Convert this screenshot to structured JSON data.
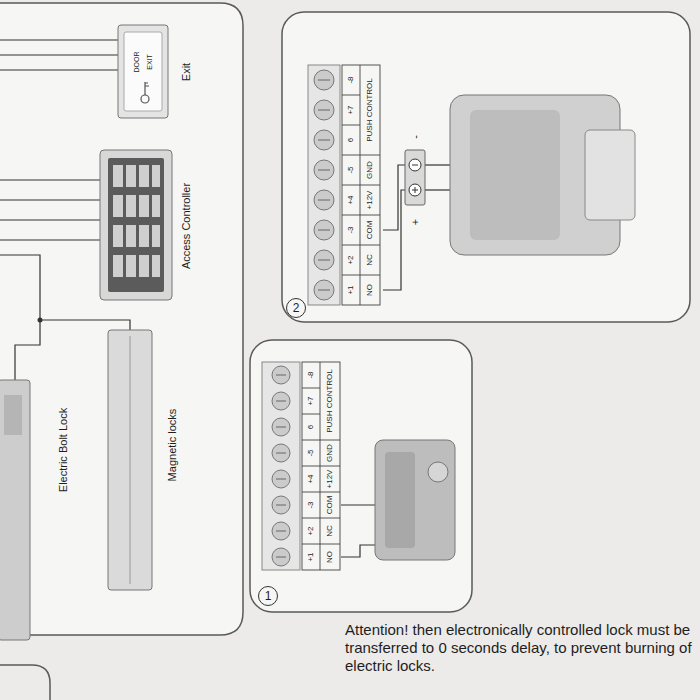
{
  "diagram": {
    "nodes": [
      {
        "text": [
          "1"
        ]
      },
      {
        "text": [
          "2"
        ]
      }
    ],
    "labels": [
      "DOOR",
      "EXIT",
      "Exit",
      "Access Controller",
      "Electric Bolt Lock",
      "Magnetic locks",
      "+1",
      "+2",
      "-3",
      "+4",
      "-5",
      "6",
      "+7",
      "-8",
      "NO",
      "NC",
      "COM",
      "+12V",
      "GND",
      "PUSH CONTROL",
      "+1",
      "+2",
      "-3",
      "+4",
      "-5",
      "6",
      "+7",
      "-8",
      "NO",
      "NC",
      "COM",
      "+12V",
      "GND",
      "PUSH CONTROL",
      "+",
      "-",
      "Attention! then electronically controlled lock must be transferred to 0 seconds delay, to prevent burning of electric locks."
    ]
  }
}
